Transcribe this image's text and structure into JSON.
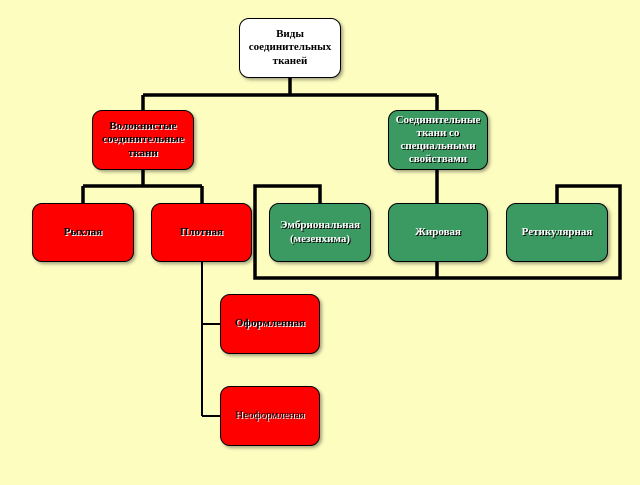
{
  "diagram": {
    "root": {
      "label": "Виды соединительных тканей"
    },
    "fibrous": {
      "label": "Волокнистые соединительные ткани"
    },
    "special": {
      "label": "Соединительные ткани со специальными свойствами"
    },
    "loose": {
      "label": "Рыхлая"
    },
    "dense": {
      "label": "Плотная"
    },
    "embryonic": {
      "label": "Эмбриональная (мезенхима)"
    },
    "fatty": {
      "label": "Жировая"
    },
    "reticular": {
      "label": "Ретикулярная"
    },
    "formed": {
      "label": "Оформленная"
    },
    "unformed": {
      "label": "Неоформленая"
    }
  },
  "colors": {
    "background": "#fdfdc0",
    "red": "#ff0000",
    "green": "#3b9a62",
    "white": "#ffffff"
  }
}
